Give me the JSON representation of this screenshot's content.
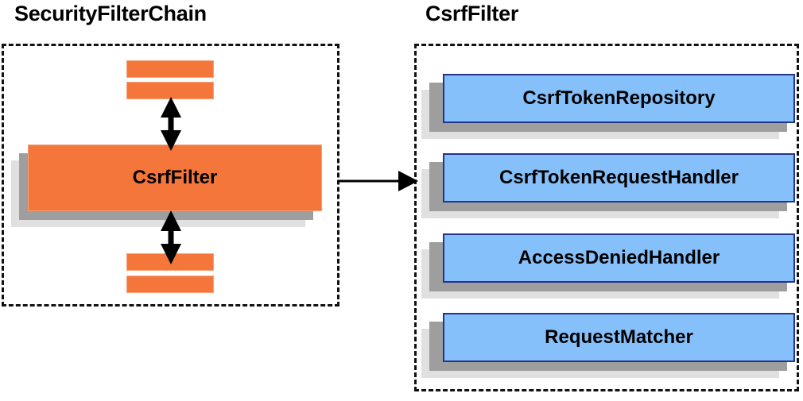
{
  "panels": {
    "left": {
      "title": "SecurityFilterChain",
      "main_box": {
        "label": "CsrfFilter"
      },
      "stubs": [
        {
          "name": "filter-stub-top-1"
        },
        {
          "name": "filter-stub-top-2"
        },
        {
          "name": "filter-stub-bottom-1"
        },
        {
          "name": "filter-stub-bottom-2"
        }
      ]
    },
    "right": {
      "title": "CsrfFilter",
      "components": [
        {
          "label": "CsrfTokenRepository"
        },
        {
          "label": "CsrfTokenRequestHandler"
        },
        {
          "label": "AccessDeniedHandler"
        },
        {
          "label": "RequestMatcher"
        }
      ]
    }
  },
  "connectors": [
    {
      "name": "arrow-up-from-csrffilter",
      "kind": "double-headed-vertical"
    },
    {
      "name": "arrow-down-from-csrffilter",
      "kind": "double-headed-vertical"
    },
    {
      "name": "arrow-expand-to-detail",
      "kind": "single-headed-horizontal"
    }
  ],
  "colors": {
    "box_orange": "#f4763b",
    "box_orange_border": "#f2a177",
    "box_blue": "#85c0fb",
    "box_blue_border": "#23348c",
    "shadow_near": "#9e9e9e",
    "shadow_far": "#e0e0e0",
    "panel_border": "#111111",
    "text": "#000000",
    "background": "#ffffff"
  }
}
